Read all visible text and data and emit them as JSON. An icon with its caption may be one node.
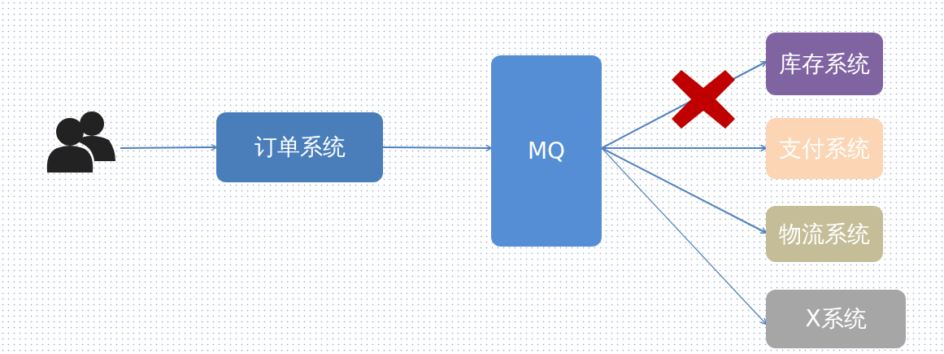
{
  "diagram": {
    "nodes": [
      {
        "text": [],
        "shape": "person"
      },
      {
        "text": [
          "订单系统"
        ]
      },
      {
        "text": [
          "MQ"
        ]
      },
      {
        "text": [
          "库存系统"
        ]
      },
      {
        "text": [
          "支付系统"
        ]
      },
      {
        "text": [
          "物流系统"
        ]
      },
      {
        "text": [
          "X系统"
        ]
      }
    ],
    "edges": [
      {
        "from": 0,
        "to": 1,
        "arrow": "to"
      },
      {
        "from": 1,
        "to": 2,
        "arrow": "to"
      },
      {
        "from": 2,
        "to": 3,
        "arrow": "to"
      },
      {
        "from": 2,
        "to": 4,
        "arrow": "to"
      },
      {
        "from": 2,
        "to": 5,
        "arrow": "to"
      },
      {
        "from": 2,
        "to": 6,
        "arrow": "to"
      }
    ]
  }
}
